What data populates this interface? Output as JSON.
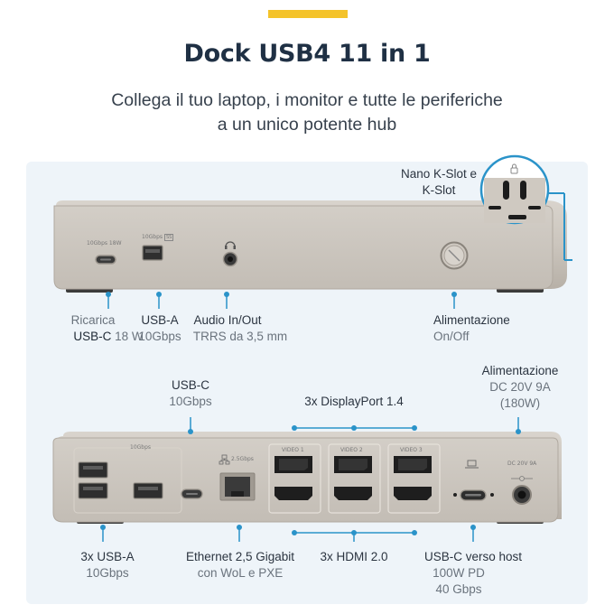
{
  "header": {
    "title": "Dock USB4 11 in 1",
    "subtitle_line1": "Collega il tuo laptop, i monitor e tutte le periferiche",
    "subtitle_line2": "a un unico potente hub"
  },
  "colors": {
    "accent": "#f4c32a",
    "callout": "#2a93c9",
    "panel": "#eef4f9"
  },
  "front": {
    "port_labels": {
      "usbc": "10Gbps 18W",
      "usba": "10Gbps",
      "usba_icon": "SS"
    },
    "callouts": {
      "kslot_line1": "Nano K-Slot e",
      "kslot_line2": "K-Slot",
      "usbc_a": "Ricarica",
      "usbc_b": "USB-C",
      "usbc_c": "18 W",
      "usba_a": "USB-A",
      "usba_b": "10Gbps",
      "audio_a": "Audio In/Out",
      "audio_b": "TRRS da 3,5 mm",
      "power_a": "Alimentazione",
      "power_b": "On/Off"
    }
  },
  "back": {
    "port_labels": {
      "usb_group": "10Gbps",
      "ethernet": "2.5Gbps",
      "video1": "VIDEO 1",
      "video2": "VIDEO 2",
      "video3": "VIDEO 3",
      "dc": "DC 20V 9A"
    },
    "callouts": {
      "usbc_a": "USB-C",
      "usbc_b": "10Gbps",
      "dp_a": "3x DisplayPort 1.4",
      "dc_a": "Alimentazione",
      "dc_b": "DC 20V 9A",
      "dc_c": "(180W)",
      "usba_a": "3x USB-A",
      "usba_b": "10Gbps",
      "eth_a": "Ethernet 2,5 Gigabit",
      "eth_b": "con WoL e PXE",
      "hdmi_a": "3x HDMI 2.0",
      "host_a": "USB-C verso host",
      "host_b": "100W PD",
      "host_c": "40 Gbps"
    }
  }
}
